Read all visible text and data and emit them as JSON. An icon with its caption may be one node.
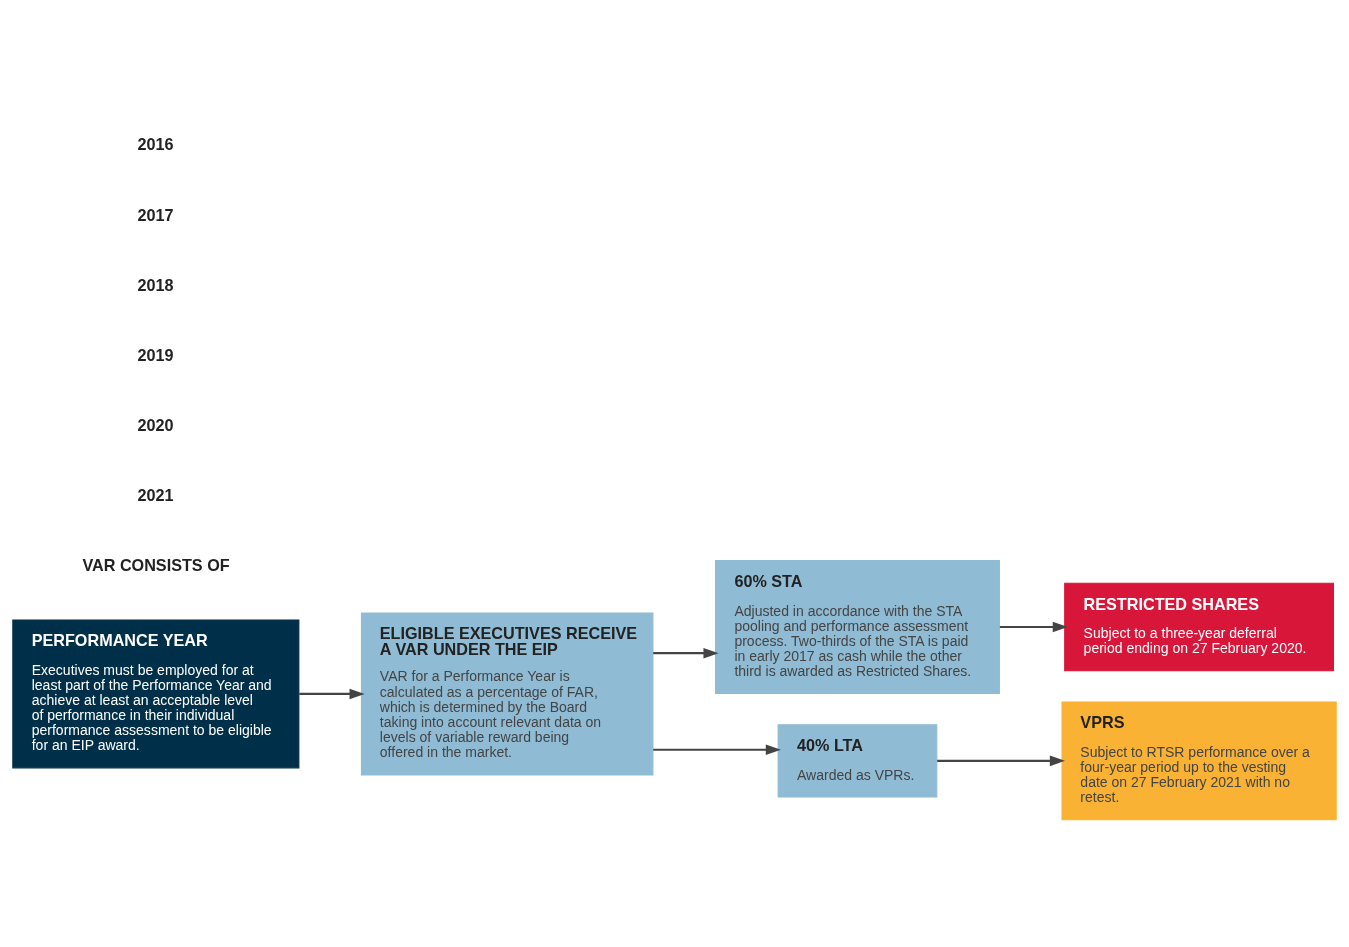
{
  "diagram": {
    "nodes": [
      {
        "text": [
          "PERFORMANCE YEAR",
          "Executives must be employed for at least part of the Performance Year and achieve at least an acceptable level of performance in their individual performance assessment to be eligible for an EIP award."
        ]
      },
      {
        "text": [
          "ELIGIBLE EXECUTIVES RECEIVE A VAR UNDER THE EIP",
          "VAR for a Performance Year is calculated as a percentage of FAR, which is determined by the Board taking into account relevant data on levels of variable reward being offered in the market."
        ]
      },
      {
        "text": [
          "60% STA",
          "Adjusted in accordance with the STA pooling and performance assessment process. Two-thirds of the STA is paid in early 2017 as cash while the other third is awarded as Restricted Shares."
        ]
      },
      {
        "text": [
          "RESTRICTED SHARES",
          "Subject to a three-year deferral period ending on 27 February 2020."
        ]
      },
      {
        "text": [
          "40% LTA",
          "Awarded as VPRs."
        ]
      },
      {
        "text": [
          "VPRS",
          "Subject to RTSR performance over a four-year period up to the vesting date on 27 February 2021 with no retest."
        ]
      }
    ],
    "edges": [
      {
        "from": 0,
        "to": 1,
        "arrow": "to"
      },
      {
        "from": 1,
        "to": 2,
        "arrow": "to"
      },
      {
        "from": 1,
        "to": 4,
        "arrow": "to"
      },
      {
        "from": 2,
        "to": 3,
        "arrow": "to"
      },
      {
        "from": 4,
        "to": 5,
        "arrow": "to"
      }
    ],
    "labels": [
      "2016",
      "2017",
      "2018",
      "2019",
      "2020",
      "2021",
      "VAR CONSISTS OF"
    ]
  }
}
